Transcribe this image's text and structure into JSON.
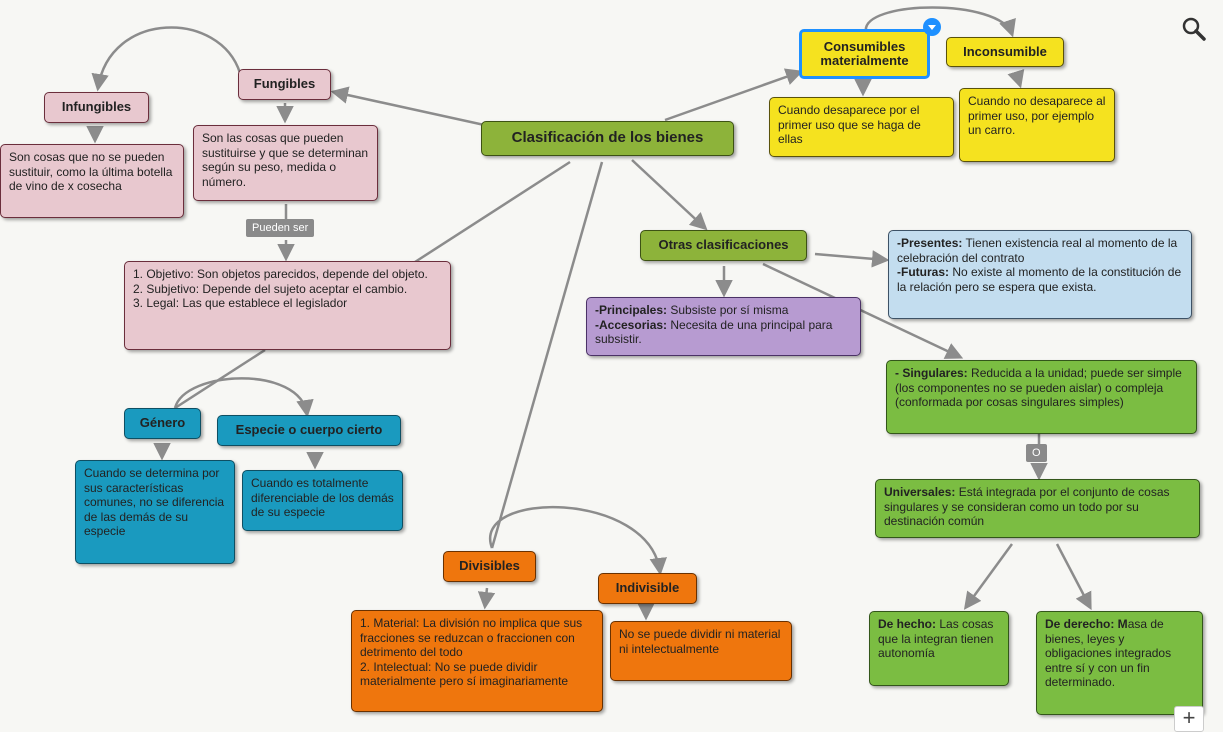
{
  "root": "Clasificación de los bienes",
  "fungibles": {
    "title": "Fungibles",
    "desc": "Son las cosas que pueden sustituirse y que se determinan según su peso, medida o número.",
    "link": "Pueden ser",
    "types": [
      "1. Objetivo: Son objetos parecidos, depende del objeto.",
      "2. Subjetivo: Depende del sujeto aceptar el cambio.",
      "3. Legal: Las que establece el legislador"
    ]
  },
  "infungibles": {
    "title": "Infungibles",
    "desc": "Son cosas que no se pueden sustituir, como la última botella de vino de x cosecha"
  },
  "genero": {
    "title": "Género",
    "desc": "Cuando se determina por sus características comunes, no se diferencia de las demás de su especie"
  },
  "especie": {
    "title": "Especie o cuerpo cierto",
    "desc": "Cuando es totalmente diferenciable de los demás de su especie"
  },
  "consumibles": {
    "title": "Consumibles materialmente",
    "desc": "Cuando desaparece por el primer uso que se haga de ellas"
  },
  "inconsumible": {
    "title": "Inconsumible",
    "desc": "Cuando no desaparece al primer uso, por ejemplo un carro."
  },
  "divisibles": {
    "title": "Divisibles",
    "types": [
      "1. Material: La división no implica que sus fracciones se reduzcan o fraccionen con detrimento del todo",
      "2. Intelectual: No se puede dividir materialmente pero sí imaginariamente"
    ]
  },
  "indivisible": {
    "title": "Indivisible",
    "desc": "No se puede dividir ni material ni intelectualmente"
  },
  "otras": {
    "title": "Otras clasificaciones",
    "presentes_label": "-Presentes:",
    "presentes_text": " Tienen existencia real al momento de la celebración del contrato",
    "futuras_label": "-Futuras:",
    "futuras_text": " No existe al momento de la constitución de la relación pero se espera que exista.",
    "principales_label": "-Principales:",
    "principales_text": "  Subsiste por sí misma",
    "accesorias_label": "-Accesorias:",
    "accesorias_text": " Necesita de una principal para subsistir.",
    "singulares_label": "- Singulares:",
    "singulares_text": " Reducida a la unidad; puede ser simple (los componentes no se pueden aislar) o compleja (conformada por cosas singulares simples)",
    "o_label": "O",
    "universales_label": "Universales:",
    "universales_text": " Está integrada por el conjunto de cosas singulares y se consideran como un todo por su destinación común",
    "hecho_label": "De hecho:",
    "hecho_text": " Las cosas que la integran tienen autonomía",
    "derecho_label": "De derecho: M",
    "derecho_text": "asa de bienes, leyes y obligaciones integrados entre sí y con un fin determinado."
  },
  "controls": {
    "zoom_icon": "search-icon",
    "plus": "+"
  },
  "colors": {
    "pink": "#e8c8cf",
    "green": "#8db33a",
    "yellow": "#f5e21f",
    "blue": "#1a9abf",
    "lightblue": "#c3ddef",
    "purple": "#b79bd1",
    "orange": "#ef760d",
    "selection": "#1e90ff"
  }
}
